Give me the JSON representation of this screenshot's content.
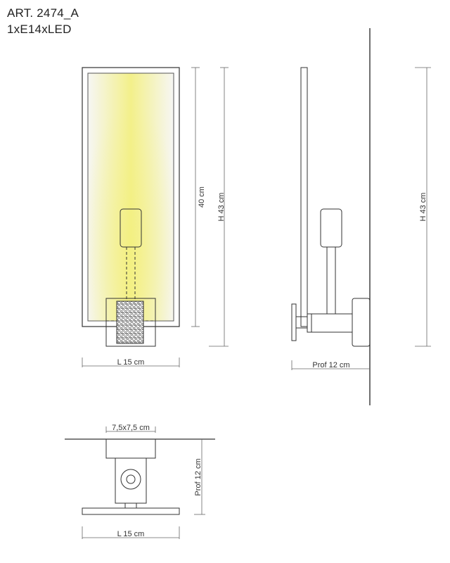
{
  "header": {
    "article": "ART. 2474_A",
    "lamp": "1xE14xLED"
  },
  "dimensions": {
    "front_height_inner": "40 cm",
    "front_height_total": "H 43 cm",
    "front_width": "L 15 cm",
    "side_height": "H 43 cm",
    "side_depth": "Prof 12 cm",
    "top_base": "7,5x7,5 cm",
    "top_depth": "Prof 12 cm",
    "top_width": "L 15 cm"
  },
  "colors": {
    "glow": "#f3f08a",
    "stroke": "#333333",
    "dim_line": "#666666"
  }
}
